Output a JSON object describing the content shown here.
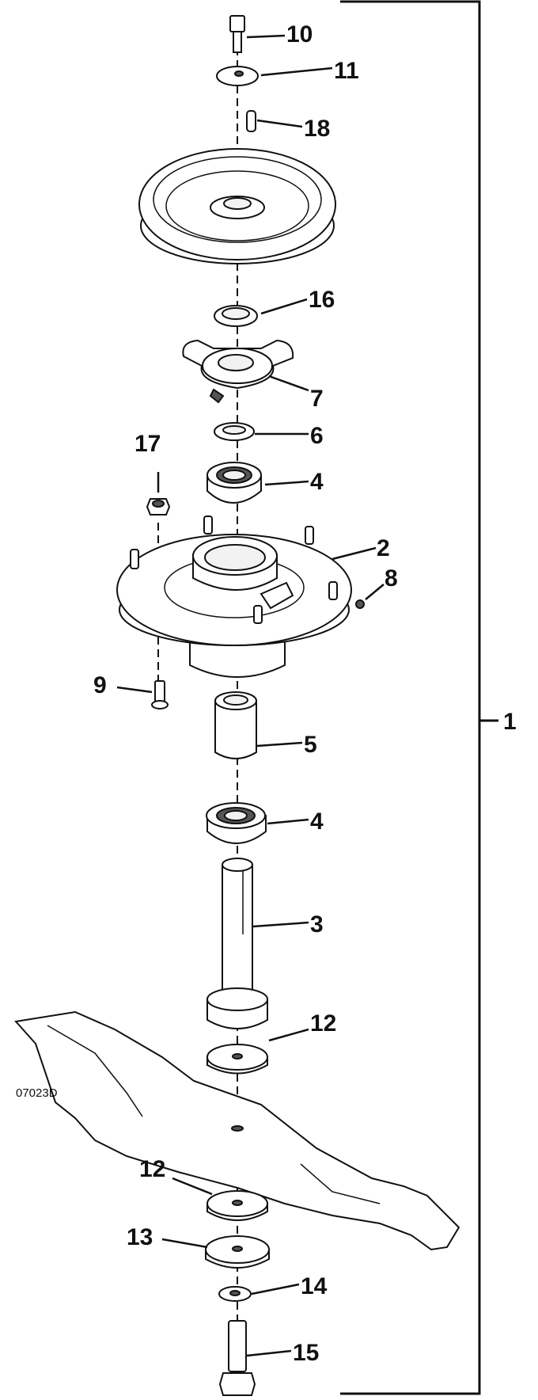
{
  "figure_id": "07023D",
  "callouts": {
    "c1": "1",
    "c2": "2",
    "c3": "3",
    "c4a": "4",
    "c4b": "4",
    "c5": "5",
    "c6": "6",
    "c7": "7",
    "c8": "8",
    "c9": "9",
    "c10": "10",
    "c11": "11",
    "c12a": "12",
    "c12b": "12",
    "c13": "13",
    "c14": "14",
    "c15": "15",
    "c16": "16",
    "c17": "17",
    "c18": "18"
  }
}
